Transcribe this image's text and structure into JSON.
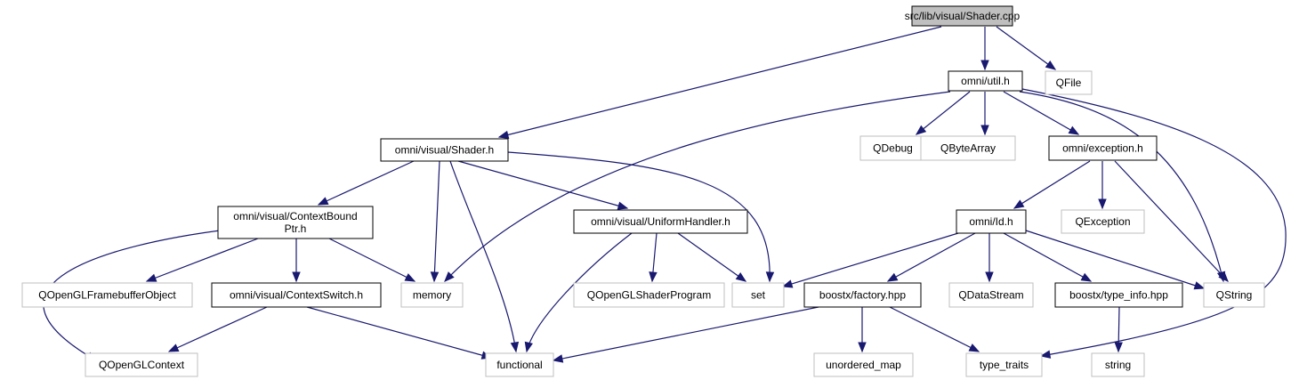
{
  "nodes": {
    "shader_cpp": {
      "label": "src/lib/visual/Shader.cpp",
      "kind": "root"
    },
    "util_h": {
      "label": "omni/util.h",
      "kind": "local"
    },
    "qfile": {
      "label": "QFile",
      "kind": "system"
    },
    "shader_h": {
      "label": "omni/visual/Shader.h",
      "kind": "local"
    },
    "qdebug": {
      "label": "QDebug",
      "kind": "system"
    },
    "qbytearray": {
      "label": "QByteArray",
      "kind": "system"
    },
    "exception_h": {
      "label": "omni/exception.h",
      "kind": "local"
    },
    "contextboundptr_h": {
      "label": "omni/visual/ContextBound",
      "label2": "Ptr.h",
      "kind": "local"
    },
    "uniformhandler_h": {
      "label": "omni/visual/UniformHandler.h",
      "kind": "local"
    },
    "id_h": {
      "label": "omni/Id.h",
      "kind": "local"
    },
    "qexception": {
      "label": "QException",
      "kind": "system"
    },
    "qopenglframebufferobject": {
      "label": "QOpenGLFramebufferObject",
      "kind": "system"
    },
    "contextswitch_h": {
      "label": "omni/visual/ContextSwitch.h",
      "kind": "local"
    },
    "memory": {
      "label": "memory",
      "kind": "system"
    },
    "qopenglshaderprogram": {
      "label": "QOpenGLShaderProgram",
      "kind": "system"
    },
    "set": {
      "label": "set",
      "kind": "system"
    },
    "factory_hpp": {
      "label": "boostx/factory.hpp",
      "kind": "local"
    },
    "qdatastream": {
      "label": "QDataStream",
      "kind": "system"
    },
    "type_info_hpp": {
      "label": "boostx/type_info.hpp",
      "kind": "local"
    },
    "qstring": {
      "label": "QString",
      "kind": "system"
    },
    "qopenglcontext": {
      "label": "QOpenGLContext",
      "kind": "system"
    },
    "functional": {
      "label": "functional",
      "kind": "system"
    },
    "unordered_map": {
      "label": "unordered_map",
      "kind": "system"
    },
    "type_traits": {
      "label": "type_traits",
      "kind": "system"
    },
    "string": {
      "label": "string",
      "kind": "system"
    }
  },
  "edges": [
    [
      "shader_cpp",
      "shader_h"
    ],
    [
      "shader_cpp",
      "util_h"
    ],
    [
      "shader_cpp",
      "qfile"
    ],
    [
      "util_h",
      "memory"
    ],
    [
      "util_h",
      "qdebug"
    ],
    [
      "util_h",
      "qbytearray"
    ],
    [
      "util_h",
      "exception_h"
    ],
    [
      "util_h",
      "qstring"
    ],
    [
      "util_h",
      "type_traits"
    ],
    [
      "shader_h",
      "contextboundptr_h"
    ],
    [
      "shader_h",
      "memory"
    ],
    [
      "shader_h",
      "functional"
    ],
    [
      "shader_h",
      "uniformhandler_h"
    ],
    [
      "shader_h",
      "set"
    ],
    [
      "exception_h",
      "id_h"
    ],
    [
      "exception_h",
      "qexception"
    ],
    [
      "exception_h",
      "qstring"
    ],
    [
      "contextboundptr_h",
      "qopenglcontext"
    ],
    [
      "contextboundptr_h",
      "qopenglframebufferobject"
    ],
    [
      "contextboundptr_h",
      "contextswitch_h"
    ],
    [
      "contextboundptr_h",
      "memory"
    ],
    [
      "uniformhandler_h",
      "functional"
    ],
    [
      "uniformhandler_h",
      "qopenglshaderprogram"
    ],
    [
      "uniformhandler_h",
      "set"
    ],
    [
      "id_h",
      "set"
    ],
    [
      "id_h",
      "factory_hpp"
    ],
    [
      "id_h",
      "qdatastream"
    ],
    [
      "id_h",
      "type_info_hpp"
    ],
    [
      "id_h",
      "qstring"
    ],
    [
      "contextswitch_h",
      "qopenglcontext"
    ],
    [
      "contextswitch_h",
      "functional"
    ],
    [
      "factory_hpp",
      "functional"
    ],
    [
      "factory_hpp",
      "unordered_map"
    ],
    [
      "factory_hpp",
      "type_traits"
    ],
    [
      "type_info_hpp",
      "string"
    ]
  ],
  "colors": {
    "edge": "#191970",
    "system_border": "#bfbfbf",
    "local_border": "#000000",
    "root_fill": "#bfbfbf"
  }
}
